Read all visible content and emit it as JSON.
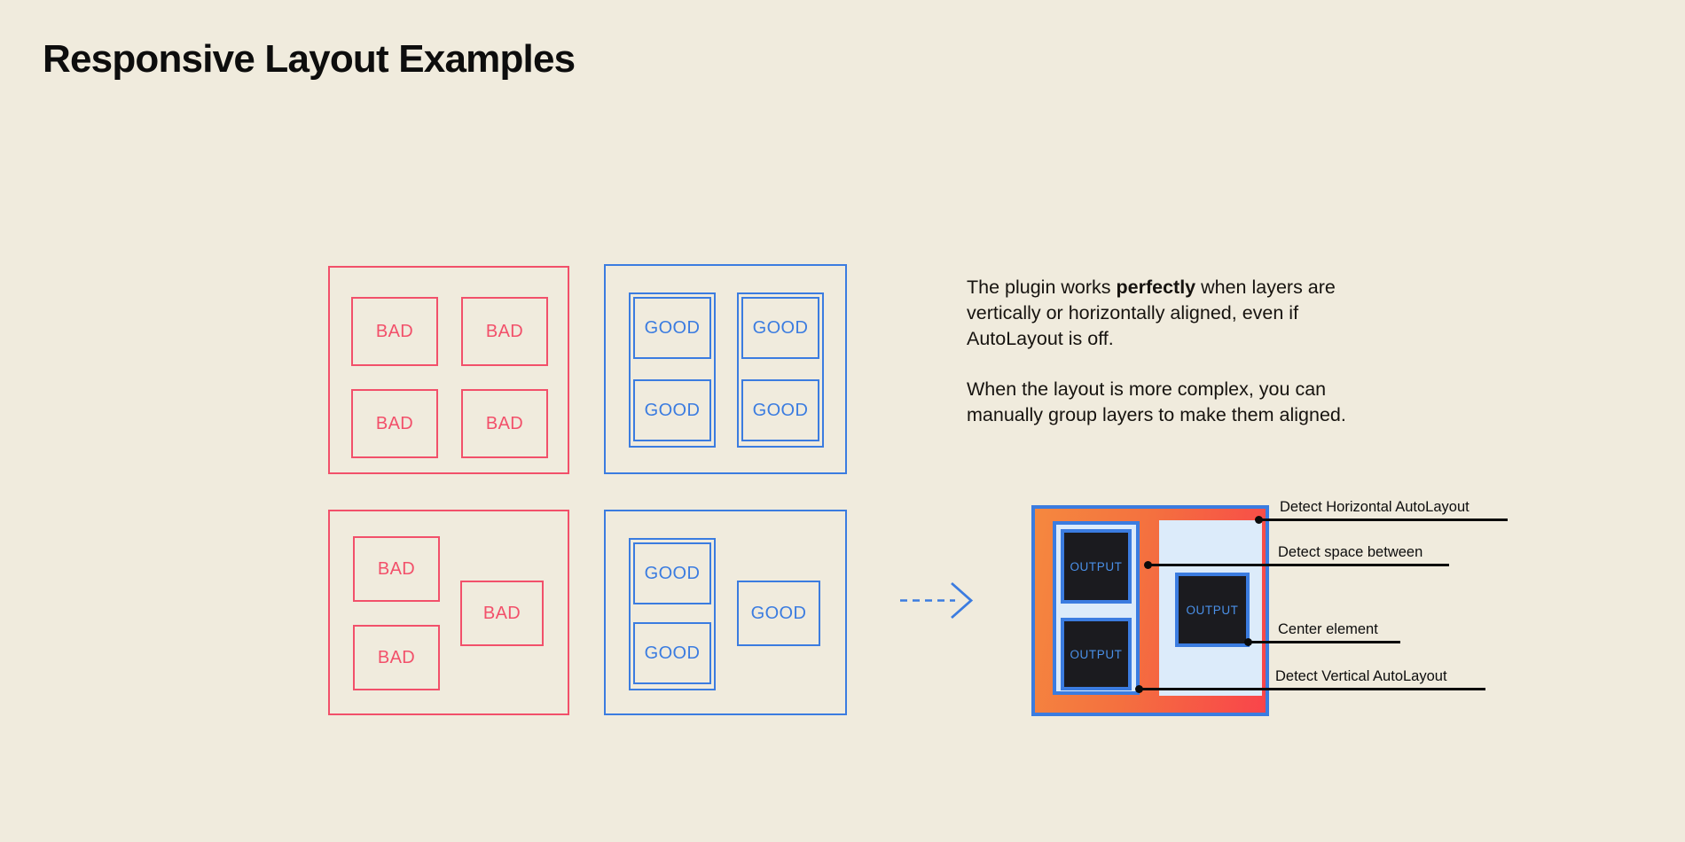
{
  "page": {
    "title": "Responsive Layout Examples",
    "background_color": "#f0ebdd",
    "bad_color": "#f2506a",
    "good_color": "#3b7ce0",
    "text_color": "#0d0d0d"
  },
  "examples": {
    "bad_label": "BAD",
    "good_label": "GOOD",
    "groups": [
      {
        "name": "bad-grid-top",
        "kind": "bad",
        "cells": [
          "BAD",
          "BAD",
          "BAD",
          "BAD"
        ]
      },
      {
        "name": "good-grid-top",
        "kind": "good",
        "cells": [
          "GOOD",
          "GOOD",
          "GOOD",
          "GOOD"
        ]
      },
      {
        "name": "bad-grid-bottom",
        "kind": "bad",
        "cells": [
          "BAD",
          "BAD",
          "BAD"
        ]
      },
      {
        "name": "good-grid-bottom",
        "kind": "good",
        "cells": [
          "GOOD",
          "GOOD",
          "GOOD"
        ]
      }
    ]
  },
  "arrow": {
    "name": "flow-arrow",
    "style": "dashed",
    "direction": "right",
    "color": "#3b7ce0"
  },
  "copy": {
    "paragraph_1_pre": "The plugin works ",
    "paragraph_1_bold": "perfectly",
    "paragraph_1_post": " when layers are vertically or horizontally aligned, even if AutoLayout is off.",
    "paragraph_2": "When the layout is more complex, you can manually group layers to make them aligned."
  },
  "diagram": {
    "output_label": "OUTPUT",
    "outputs": [
      "OUTPUT",
      "OUTPUT",
      "OUTPUT"
    ],
    "frame_border_color": "#3b7ce0",
    "gradient_from": "#f5883f",
    "gradient_to": "#f9444b",
    "panel_color": "#dcebfa",
    "output_fill": "#1b1b1f",
    "output_text_color": "#4a90e8",
    "annotations": [
      {
        "label": "Detect Horizontal AutoLayout"
      },
      {
        "label": "Detect space between"
      },
      {
        "label": "Center element"
      },
      {
        "label": "Detect Vertical AutoLayout"
      }
    ]
  }
}
